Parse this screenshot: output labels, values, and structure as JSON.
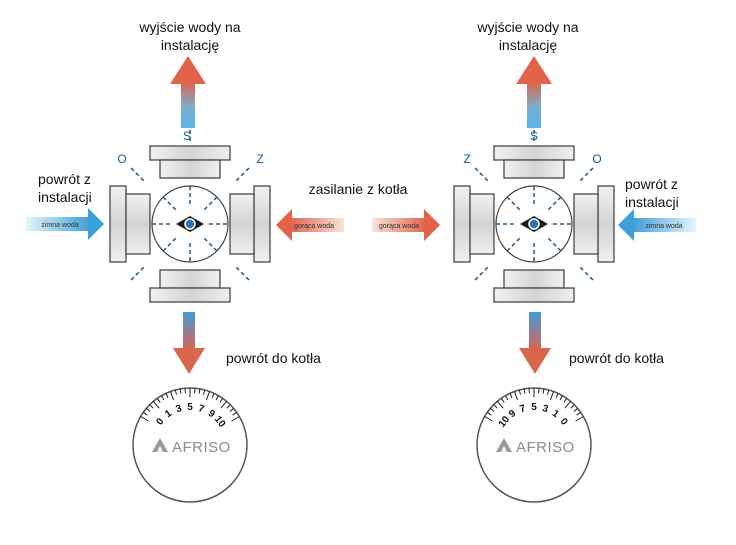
{
  "labels": {
    "outlet_left": [
      "wyjście wody na",
      "instalację"
    ],
    "outlet_right": [
      "wyjście wody na",
      "instalację"
    ],
    "return_installation_left": [
      "powrót z",
      "instalacji"
    ],
    "return_installation_right": [
      "powrót z",
      "instalacji"
    ],
    "boiler_supply": "zasilanie z kotła",
    "return_boiler_left": "powrót do kotła",
    "return_boiler_right": "powrót do kotła",
    "cold_water": "zimna woda",
    "hot_water": "gorąca woda"
  },
  "valve_letters": {
    "s": "S",
    "o": "O",
    "z": "Z"
  },
  "dials": {
    "brand": "AFRISO",
    "left_scale": [
      "0",
      "1",
      "3",
      "5",
      "7",
      "9",
      "10"
    ],
    "right_scale": [
      "10",
      "9",
      "7",
      "5",
      "3",
      "1",
      "0"
    ]
  },
  "colors": {
    "cold": "#4aa3dc",
    "hot": "#e2654a",
    "mixed": "#9a7da6",
    "body": "#d9d9d9",
    "outline": "#3a3a3a"
  }
}
